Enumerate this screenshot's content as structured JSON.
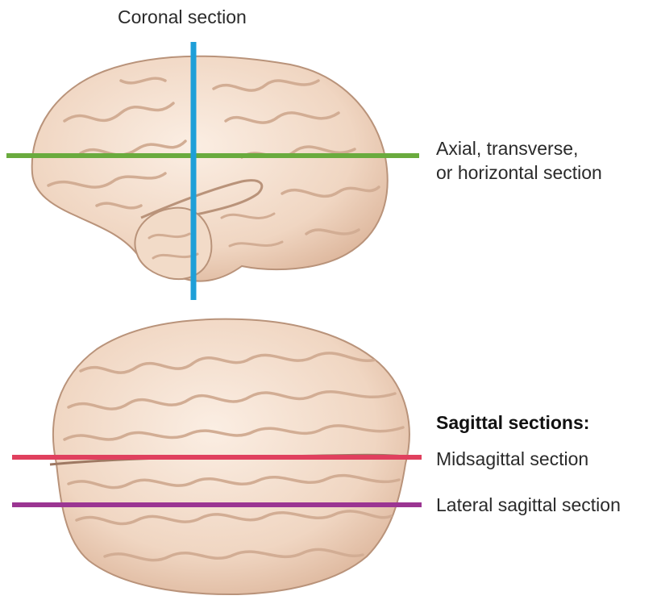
{
  "labels": {
    "coronal": "Coronal section",
    "axial_line1": "Axial, transverse,",
    "axial_line2": "or horizontal section",
    "sagittal_heading": "Sagittal sections:",
    "midsagittal": "Midsagittal section",
    "lateral_sagittal": "Lateral sagittal section"
  },
  "colors": {
    "coronal_plane": "#1e9fd8",
    "axial_plane": "#6aab3e",
    "midsagittal_plane": "#e0405e",
    "lateral_sagittal_plane": "#9b3592",
    "brain_fill": "#f3ddcc",
    "brain_gyri": "#d9b9a2",
    "brain_outline": "#b9937a"
  }
}
